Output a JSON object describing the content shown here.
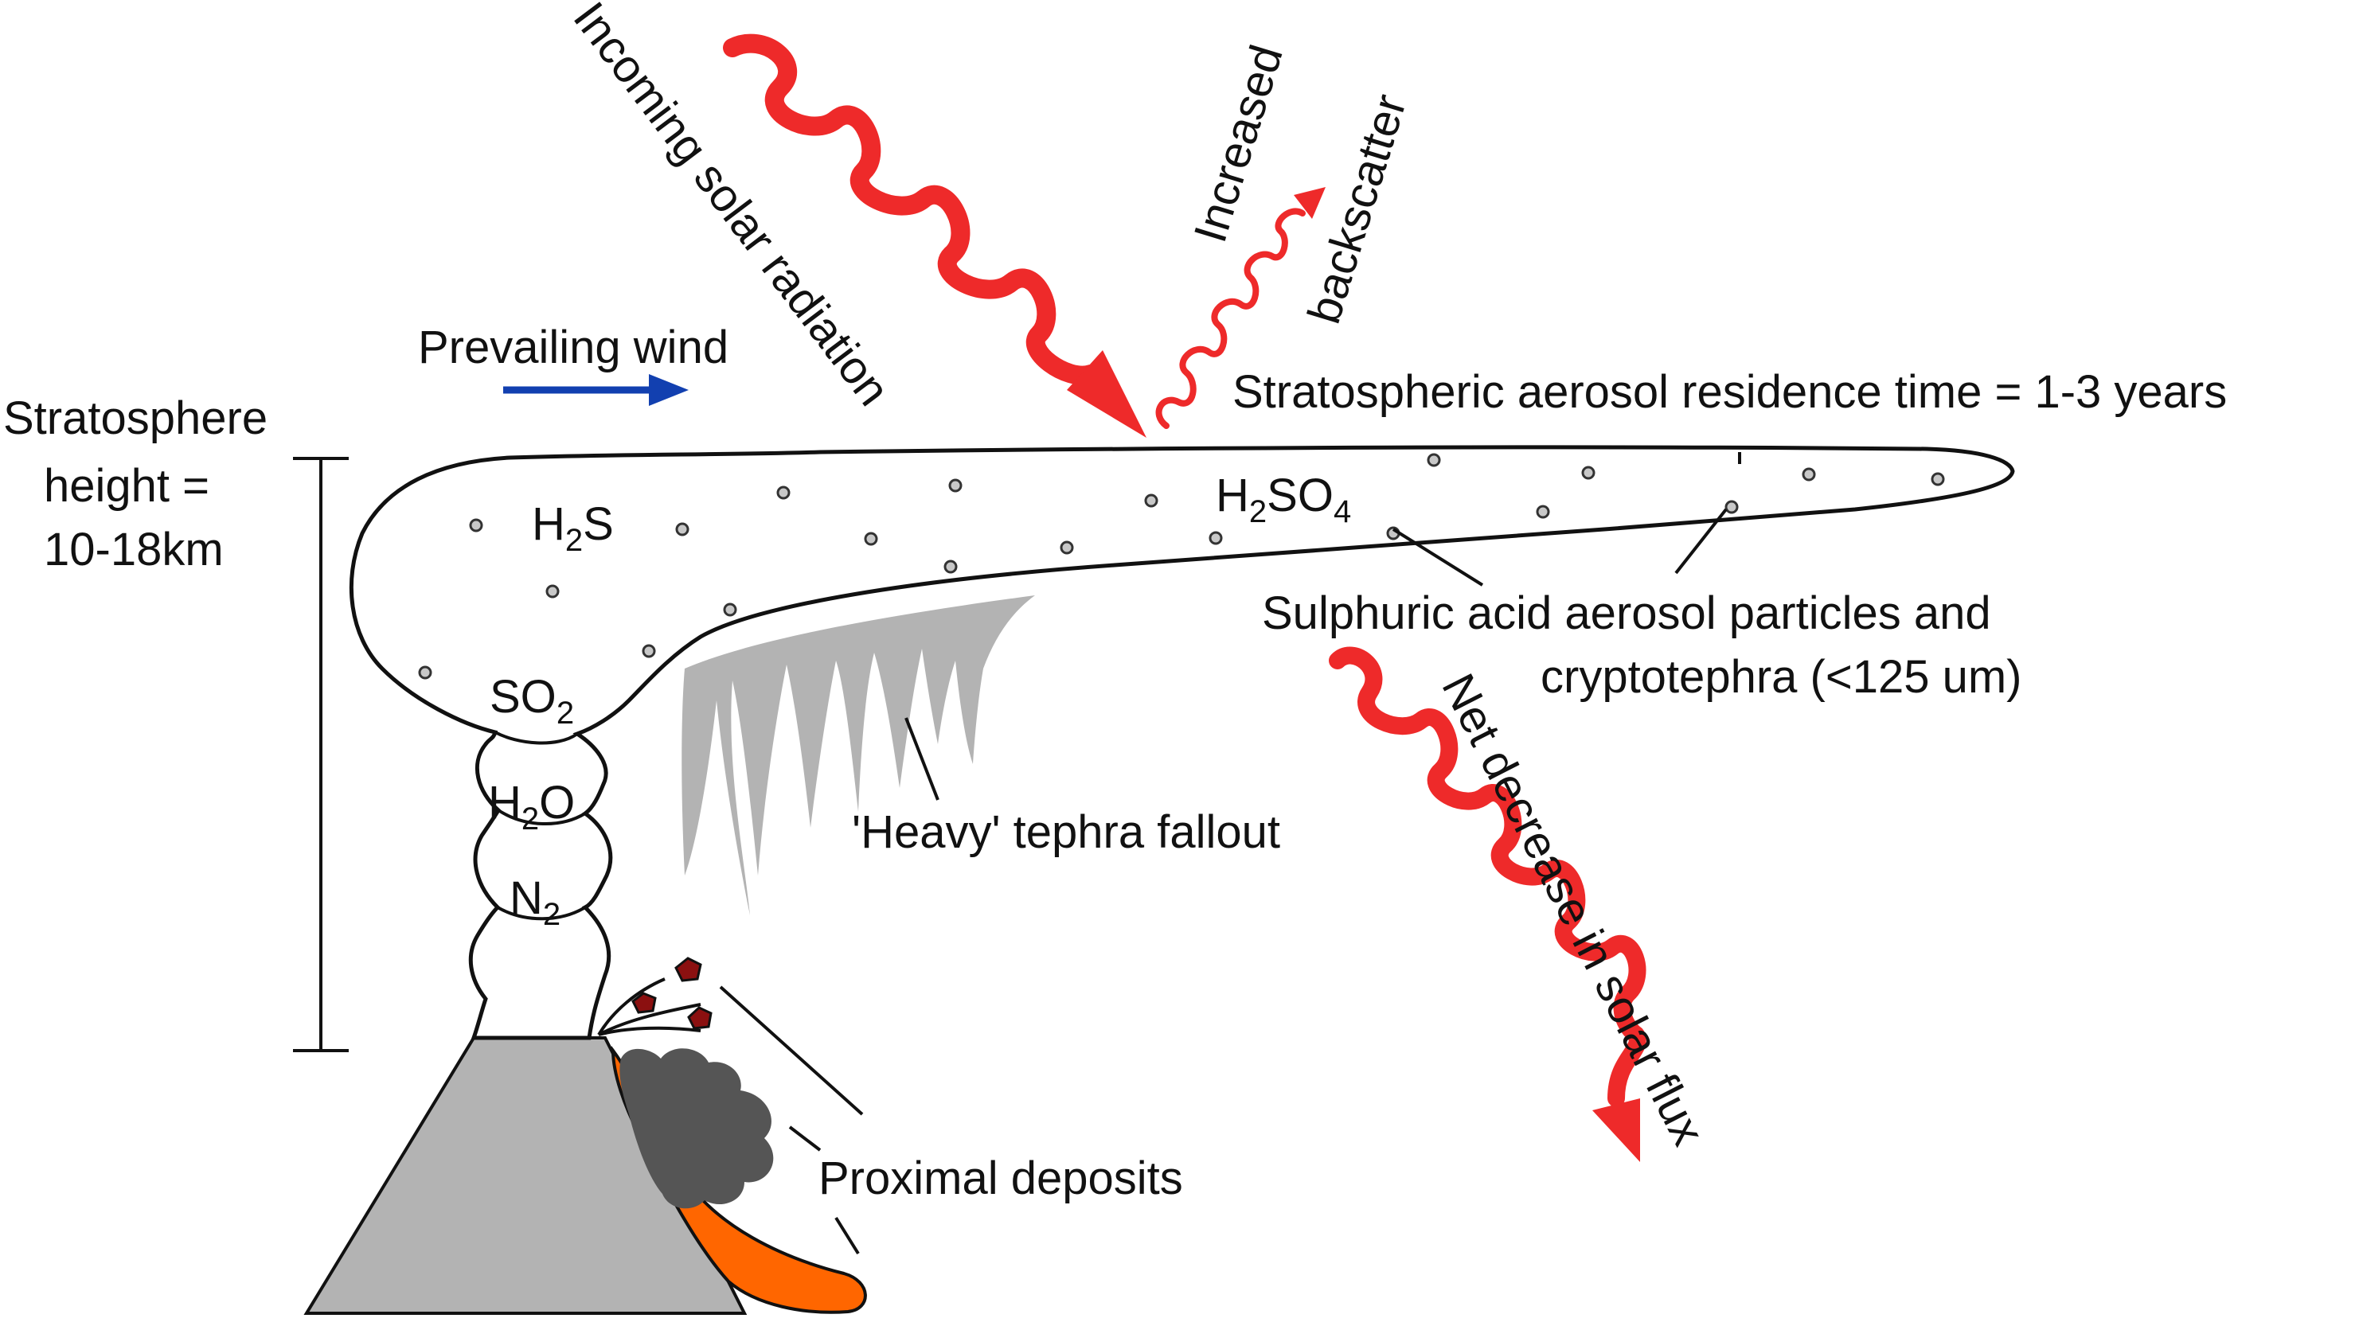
{
  "labels": {
    "incoming": "Incoming solar radiation",
    "increased": "Increased",
    "backscatter": "backscatter",
    "prevailing_wind": "Prevailing wind",
    "residence": "Stratospheric aerosol residence time = 1-3 years",
    "strat_line1": "Stratosphere",
    "strat_line2": "height =",
    "strat_line3": "10-18km",
    "sulphuric_line1": "Sulphuric acid aerosol particles and",
    "sulphuric_line2": "cryptotephra (<125 um)",
    "net_decrease": "Net decrease in solar flux",
    "heavy_tephra": "'Heavy' tephra fallout",
    "proximal": "Proximal deposits"
  },
  "formulas": {
    "h2s": {
      "a": "H",
      "sub": "2",
      "b": "S"
    },
    "h2so4": {
      "a": "H",
      "sub1": "2",
      "b": "SO",
      "sub2": "4"
    },
    "so2": {
      "a": "SO",
      "sub": "2"
    },
    "h2o": {
      "a": "H",
      "sub": "2",
      "b": "O"
    },
    "n2": {
      "a": "N",
      "sub": "2"
    }
  },
  "colors": {
    "radiation": "#ee2a2a",
    "wind_arrow": "#1240b0",
    "volcano": "#b3b3b3",
    "lava": "#ff6600",
    "ash_cloud": "#555555",
    "bombs": "#8b1010",
    "fallout": "#b3b3b3",
    "particles": "#c8c8c8"
  }
}
